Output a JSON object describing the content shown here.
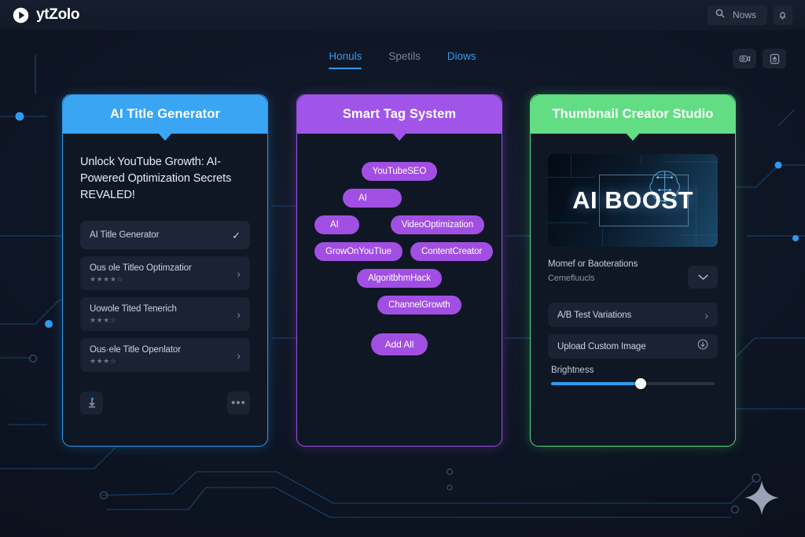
{
  "topbar": {
    "brand": "ytZolo",
    "logo_icon": "play-circle-icon",
    "search_icon": "search-icon",
    "search_label": "Nows",
    "notification_icon": "bell-icon"
  },
  "tabs": [
    {
      "label": "Honuls",
      "state": "active"
    },
    {
      "label": "Spetils",
      "state": "inactive"
    },
    {
      "label": "Diows",
      "state": "link"
    }
  ],
  "tab_actions": [
    {
      "icon": "camera-refresh-icon"
    },
    {
      "icon": "save-frame-icon"
    }
  ],
  "cards": {
    "title_generator": {
      "title": "AI Title Generator",
      "accent": "#3aa5f2",
      "headline": "Unlock YouTube Growth: AI-Powered Optimization Secrets REVALED!",
      "items": [
        {
          "label": "AI Title Generator",
          "stars": "",
          "trailing_icon": "check-icon"
        },
        {
          "label": "Ous ole Titleo Optimzatior",
          "stars": "★★★★☆",
          "trailing_icon": "chevron-right-icon"
        },
        {
          "label": "Uowole Tited Tenerich",
          "stars": "★★★☆",
          "trailing_icon": "chevron-right-icon"
        },
        {
          "label": "Ous·ele Title Openlator",
          "stars": "★★★☆",
          "trailing_icon": "chevron-right-icon"
        }
      ],
      "footer": {
        "download_icon": "download-icon",
        "more_label": "•••"
      }
    },
    "tag_system": {
      "title": "Smart Tag System",
      "accent": "#a055e8",
      "tags": [
        {
          "label": "YouTubeSEO",
          "row": 0
        },
        {
          "label": "AI",
          "row": 1
        },
        {
          "label": "AI",
          "row": 2
        },
        {
          "label": "VideoOptimization",
          "row": 2
        },
        {
          "label": "GrowOnYouTIue",
          "row": 3
        },
        {
          "label": "ContentCreator",
          "row": 3
        },
        {
          "label": "AlgoritbhmHack",
          "row": 4
        },
        {
          "label": "ChannelGrowth",
          "row": 5
        }
      ],
      "add_all_label": "Add All"
    },
    "thumbnail_studio": {
      "title": "Thumbnail Creator Studio",
      "accent": "#62dd84",
      "preview_text": "AI BOOST",
      "meta_primary": "Momef or Baoterations",
      "meta_secondary": "Cemefluucls",
      "dropdown_icon": "chevron-down-icon",
      "controls": [
        {
          "label": "A/B Test Variations",
          "icon": "chevron-right-icon"
        },
        {
          "label": "Upload Custom Image",
          "icon": "download-circle-icon"
        }
      ],
      "slider": {
        "label": "Brightness",
        "value": 55
      }
    }
  },
  "decor": {
    "sparkle_icon": "sparkle-icon"
  }
}
